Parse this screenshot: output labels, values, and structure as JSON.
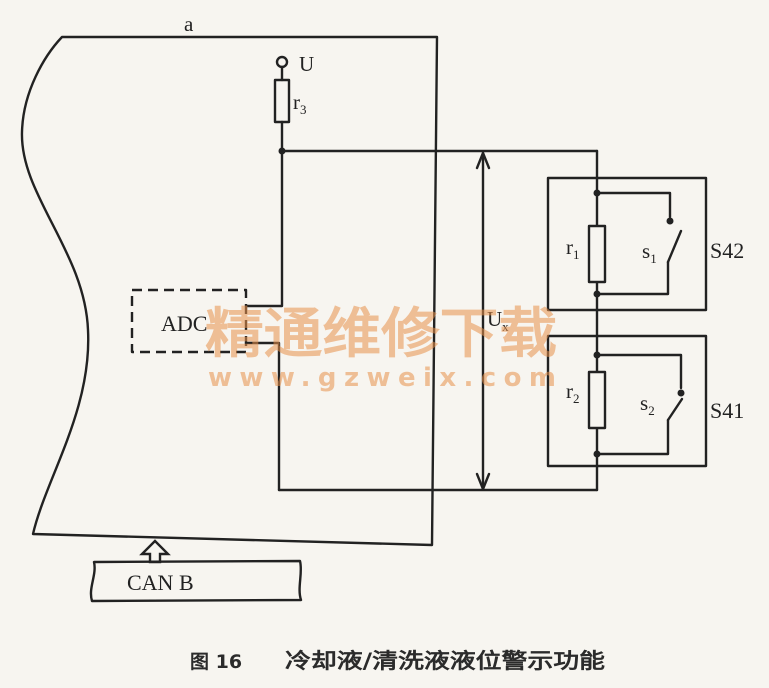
{
  "module": {
    "label": "a"
  },
  "supply": {
    "label": "U"
  },
  "resistor_r3": {
    "symbol": "r",
    "index": "3"
  },
  "adc": {
    "label": "ADC"
  },
  "measured_voltage": {
    "symbol": "U",
    "index": "x"
  },
  "sensor_s42": {
    "label": "S42",
    "resistor": {
      "symbol": "r",
      "index": "1"
    },
    "switch": {
      "symbol": "s",
      "index": "1"
    }
  },
  "sensor_s41": {
    "label": "S41",
    "resistor": {
      "symbol": "r",
      "index": "2"
    },
    "switch": {
      "symbol": "s",
      "index": "2"
    }
  },
  "bus": {
    "label": "CAN B"
  },
  "caption": {
    "number": "图 16",
    "title": "冷却液/清洗液液位警示功能"
  },
  "watermark": {
    "text": "精通维修下载",
    "url": "www.gzweix.com"
  },
  "colors": {
    "paper": "#f7f5f0",
    "ink": "#222222",
    "watermark": "#e8924c",
    "caption": "#2b2b2b"
  }
}
